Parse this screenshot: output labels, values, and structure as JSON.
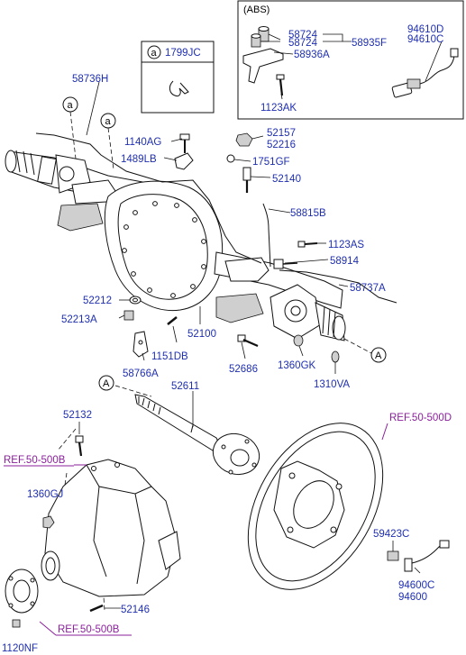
{
  "abs_box": {
    "title": "(ABS)"
  },
  "detail_box": {
    "circle_letter": "a",
    "part": "1799JC"
  },
  "callouts": {
    "a": "a",
    "A": "A"
  },
  "parts": {
    "p58724_1": "58724",
    "p58724_2": "58724",
    "p58935F": "58935F",
    "p58936A": "58936A",
    "p1123AK": "1123AK",
    "p94610D": "94610D",
    "p94610C": "94610C",
    "p58736H": "58736H",
    "p1140AG": "1140AG",
    "p1489LB": "1489LB",
    "p52157": "52157",
    "p52216": "52216",
    "p1751GF": "1751GF",
    "p52140": "52140",
    "p58815B": "58815B",
    "p1123AS": "1123AS",
    "p58914": "58914",
    "p58737A": "58737A",
    "p52212": "52212",
    "p52213A": "52213A",
    "p52100": "52100",
    "p1151DB": "1151DB",
    "p58766A": "58766A",
    "p52686": "52686",
    "p1360GK": "1360GK",
    "p1310VA": "1310VA",
    "p52611": "52611",
    "p52132": "52132",
    "p1360GJ": "1360GJ",
    "p52146": "52146",
    "p1120NF": "1120NF",
    "p59423C": "59423C",
    "p94600C": "94600C",
    "p94600": "94600"
  },
  "refs": {
    "ref1": "REF.50-500D",
    "ref2": "REF.50-500B",
    "ref3": "REF.50-500B"
  },
  "colors": {
    "part_label": "#1f2fb0",
    "ref_label": "#8b1f9c",
    "line": "#111111"
  }
}
